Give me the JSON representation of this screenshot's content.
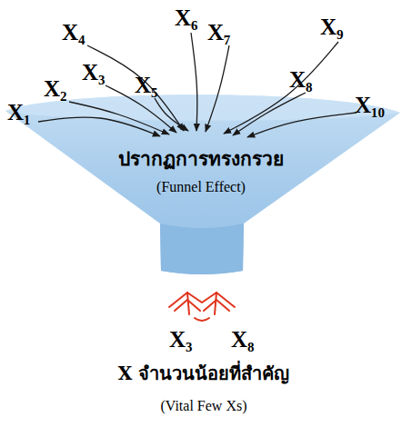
{
  "diagram": {
    "nodes": [
      {
        "text": [
          "ปรากฏการทรงกรวย",
          "(Funnel Effect)"
        ]
      }
    ],
    "labels": [
      "X₁",
      "X₂",
      "X₃",
      "X₄",
      "X₅",
      "X₆",
      "X₇",
      "X₈",
      "X₉",
      "X₁₀",
      "X₃",
      "X₈",
      "X จำนวนน้อยที่สำคัญ",
      "(Vital Few Xs)"
    ]
  }
}
